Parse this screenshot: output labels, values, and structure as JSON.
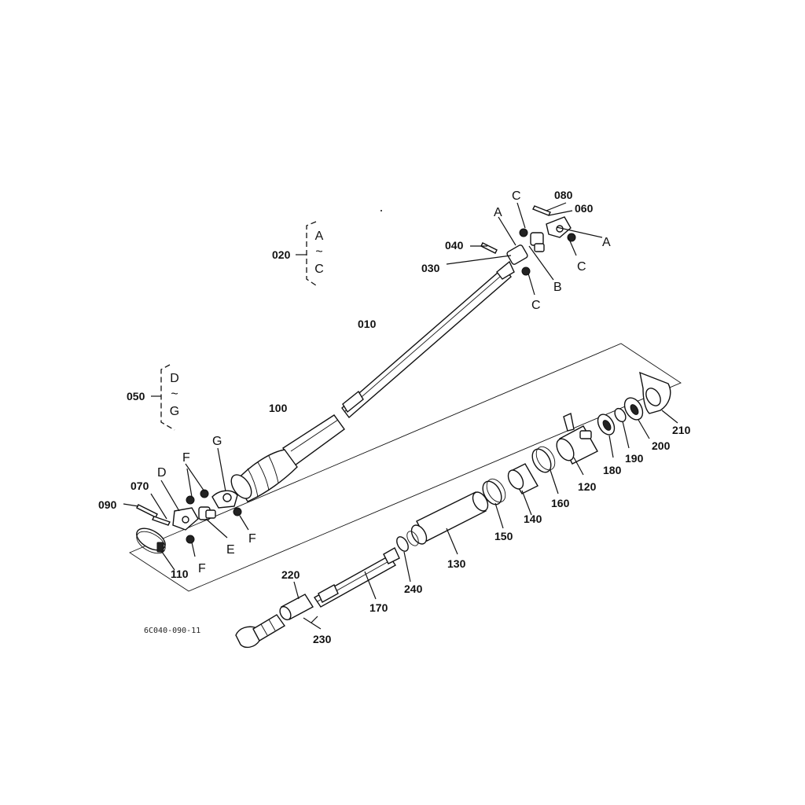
{
  "labels": {
    "p010": "010",
    "p020": "020",
    "p030": "030",
    "p040": "040",
    "p050": "050",
    "p060": "060",
    "p070": "070",
    "p080": "080",
    "p090": "090",
    "p100": "100",
    "p110": "110",
    "p120": "120",
    "p130": "130",
    "p140": "140",
    "p150": "150",
    "p160": "160",
    "p170": "170",
    "p180": "180",
    "p190": "190",
    "p200": "200",
    "p210": "210",
    "p220": "220",
    "p230": "230",
    "p240": "240"
  },
  "letters": {
    "a1": "A",
    "a2": "A",
    "b": "B",
    "c1": "C",
    "c2": "C",
    "c3": "C",
    "d": "D",
    "e": "E",
    "f1": "F",
    "f2": "F",
    "f3": "F",
    "g": "G"
  },
  "ranges": {
    "upper": {
      "from": "A",
      "tilde": "~",
      "to": "C"
    },
    "lower": {
      "from": "D",
      "tilde": "~",
      "to": "G"
    }
  },
  "drawing_code": "6C040-090-11"
}
